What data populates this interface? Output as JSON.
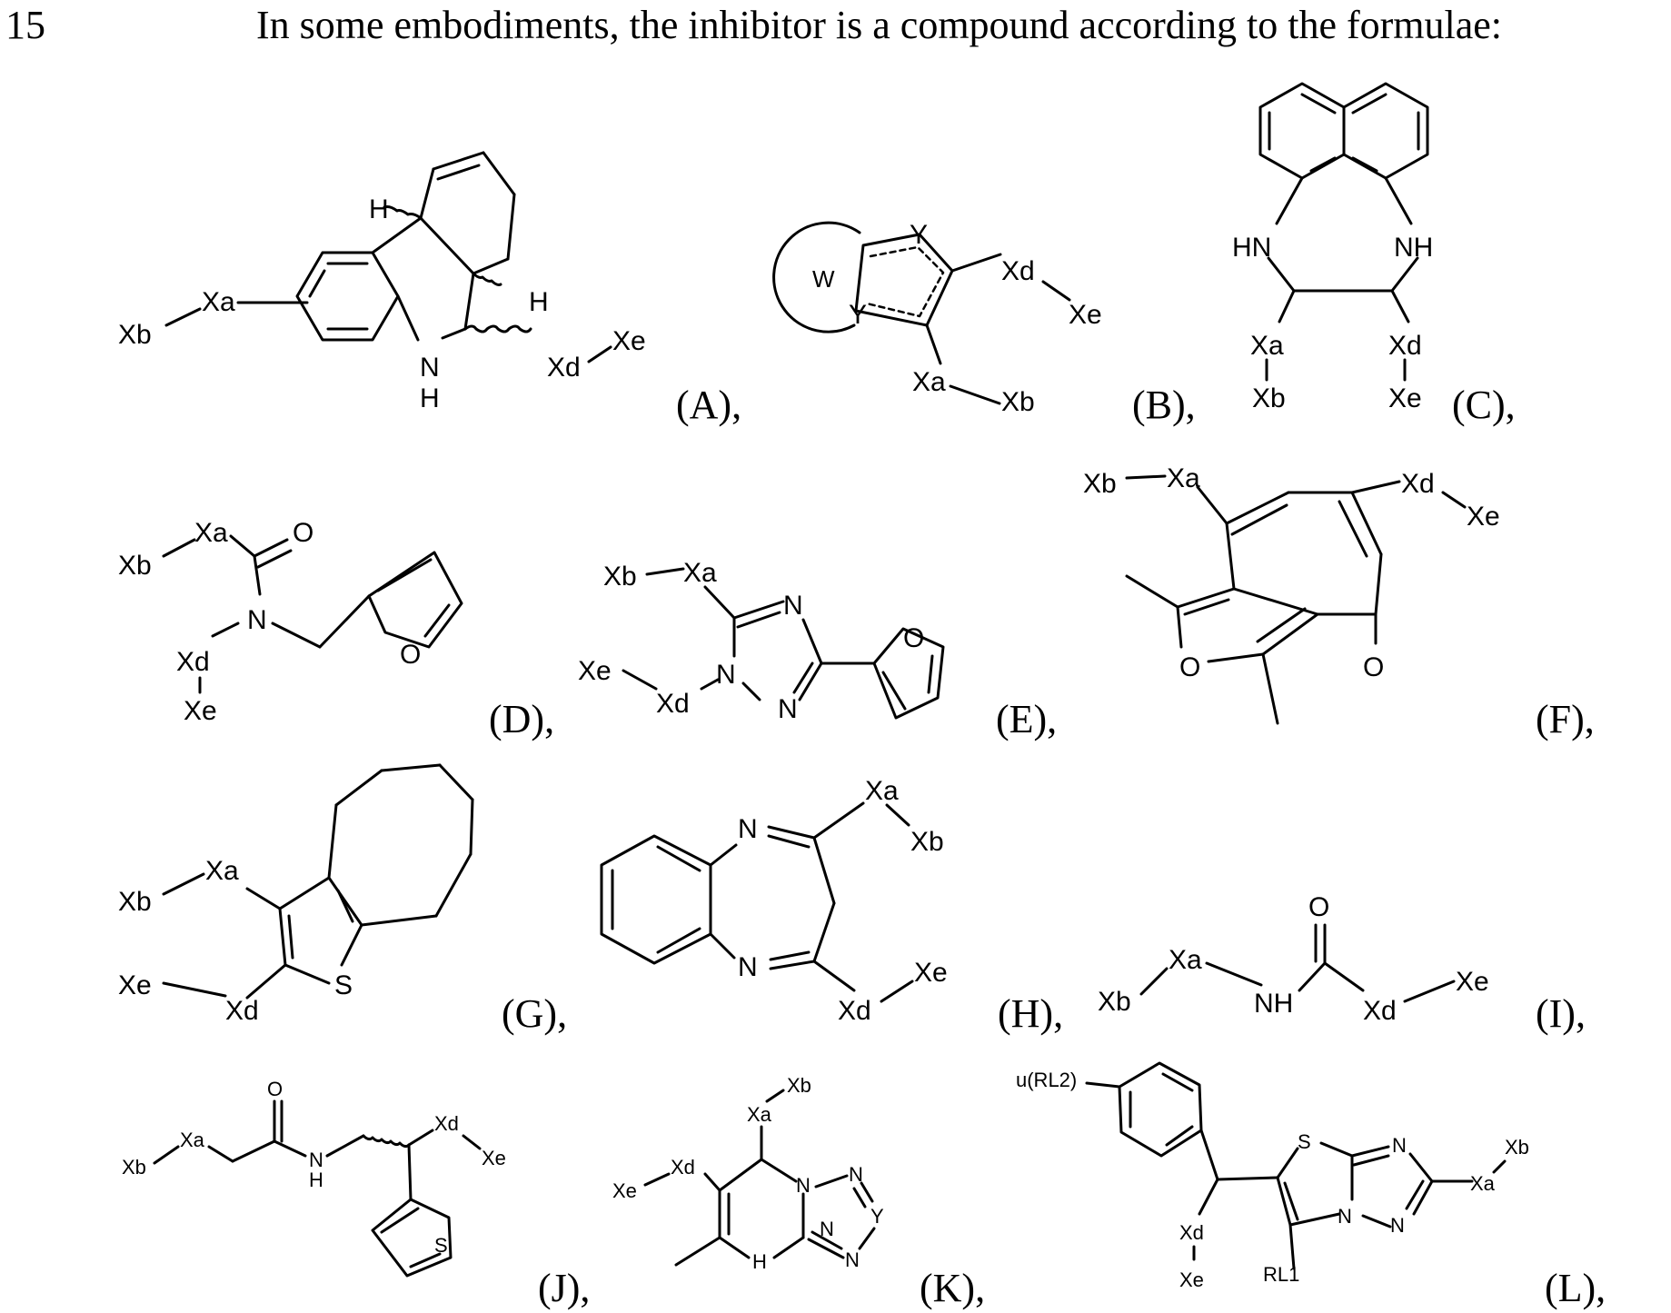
{
  "header": {
    "line_number": "15",
    "text": "In some embodiments, the inhibitor is a compound according to the formulae:"
  },
  "structures": [
    {
      "id": "A",
      "caption": "(A),",
      "labels": {
        "xb": "Xb",
        "xa": "Xa",
        "h1": "H",
        "h2": "H",
        "n": "N",
        "nh": "H",
        "xd": "Xd",
        "xe": "Xe"
      }
    },
    {
      "id": "B",
      "caption": "(B),",
      "labels": {
        "w": "W",
        "y1": "Y",
        "y2": "Y",
        "xd": "Xd",
        "xe": "Xe",
        "xa": "Xa",
        "xb": "Xb"
      }
    },
    {
      "id": "C",
      "caption": "(C),",
      "labels": {
        "hn": "HN",
        "nh": "NH",
        "xa": "Xa",
        "xb": "Xb",
        "xd": "Xd",
        "xe": "Xe"
      }
    },
    {
      "id": "D",
      "caption": "(D),",
      "labels": {
        "xb": "Xb",
        "xa": "Xa",
        "o": "O",
        "n": "N",
        "xd": "Xd",
        "xe": "Xe",
        "o2": "O"
      }
    },
    {
      "id": "E",
      "caption": "(E),",
      "labels": {
        "xb": "Xb",
        "xa": "Xa",
        "n1": "N",
        "n2": "N",
        "n3": "N",
        "xe": "Xe",
        "xd": "Xd",
        "o": "O"
      }
    },
    {
      "id": "F",
      "caption": "(F),",
      "labels": {
        "xb": "Xb",
        "xa": "Xa",
        "xd": "Xd",
        "xe": "Xe",
        "o1": "O",
        "o2": "O"
      }
    },
    {
      "id": "G",
      "caption": "(G),",
      "labels": {
        "xb": "Xb",
        "xa": "Xa",
        "xe": "Xe",
        "xd": "Xd",
        "s": "S"
      }
    },
    {
      "id": "H",
      "caption": "(H),",
      "labels": {
        "n1": "N",
        "n2": "N",
        "xa": "Xa",
        "xb": "Xb",
        "xd": "Xd",
        "xe": "Xe"
      }
    },
    {
      "id": "I",
      "caption": "(I),",
      "labels": {
        "xb": "Xb",
        "xa": "Xa",
        "o": "O",
        "nh": "NH",
        "xd": "Xd",
        "xe": "Xe"
      }
    },
    {
      "id": "J",
      "caption": "(J),",
      "labels": {
        "xb": "Xb",
        "xa": "Xa",
        "o": "O",
        "n": "N",
        "h": "H",
        "xd": "Xd",
        "xe": "Xe",
        "s": "S"
      }
    },
    {
      "id": "K",
      "caption": "(K),",
      "labels": {
        "xb": "Xb",
        "xa": "Xa",
        "xe": "Xe",
        "xd": "Xd",
        "n1": "N",
        "n2": "N",
        "y": "Y",
        "n3": "N",
        "n4": "N",
        "h": "H"
      }
    },
    {
      "id": "L",
      "caption": "(L),",
      "labels": {
        "rl2": "u(RL2)",
        "s": "S",
        "n1": "N",
        "n2": "N",
        "n3": "N",
        "xb": "Xb",
        "xa": "Xa",
        "xd": "Xd",
        "xe": "Xe",
        "rl1": "RL1"
      }
    }
  ]
}
